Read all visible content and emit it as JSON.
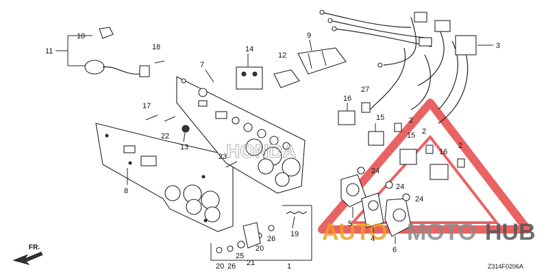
{
  "labels": [
    {
      "id": "1",
      "text": "1"
    },
    {
      "id": "2a",
      "text": "2"
    },
    {
      "id": "2b",
      "text": "2"
    },
    {
      "id": "2c",
      "text": "2"
    },
    {
      "id": "3",
      "text": "3"
    },
    {
      "id": "4",
      "text": "4"
    },
    {
      "id": "5",
      "text": "5"
    },
    {
      "id": "6",
      "text": "6"
    },
    {
      "id": "7",
      "text": "7"
    },
    {
      "id": "8",
      "text": "8"
    },
    {
      "id": "9",
      "text": "9"
    },
    {
      "id": "10",
      "text": "10"
    },
    {
      "id": "11",
      "text": "11"
    },
    {
      "id": "12",
      "text": "12"
    },
    {
      "id": "13",
      "text": "13"
    },
    {
      "id": "14",
      "text": "14"
    },
    {
      "id": "15a",
      "text": "15"
    },
    {
      "id": "15b",
      "text": "15"
    },
    {
      "id": "16a",
      "text": "16"
    },
    {
      "id": "16b",
      "text": "16"
    },
    {
      "id": "17",
      "text": "17"
    },
    {
      "id": "18",
      "text": "18"
    },
    {
      "id": "19",
      "text": "19"
    },
    {
      "id": "20a",
      "text": "20"
    },
    {
      "id": "20b",
      "text": "20"
    },
    {
      "id": "21",
      "text": "21"
    },
    {
      "id": "22",
      "text": "22"
    },
    {
      "id": "23",
      "text": "23"
    },
    {
      "id": "24a",
      "text": "24"
    },
    {
      "id": "24b",
      "text": "24"
    },
    {
      "id": "24c",
      "text": "24"
    },
    {
      "id": "25",
      "text": "25"
    },
    {
      "id": "26a",
      "text": "26"
    },
    {
      "id": "26b",
      "text": "26"
    },
    {
      "id": "27",
      "text": "27"
    }
  ],
  "front_arrow_label": "FR.",
  "diagram_code": "Z314F0206A",
  "watermark": {
    "left": "AUTO",
    "right": "MOTO",
    "tail": "HUB",
    "color_orange": "#f0a020",
    "color_gray": "#8a8a8a",
    "color_red": "#e23030"
  },
  "panel_brand": "HONDA"
}
